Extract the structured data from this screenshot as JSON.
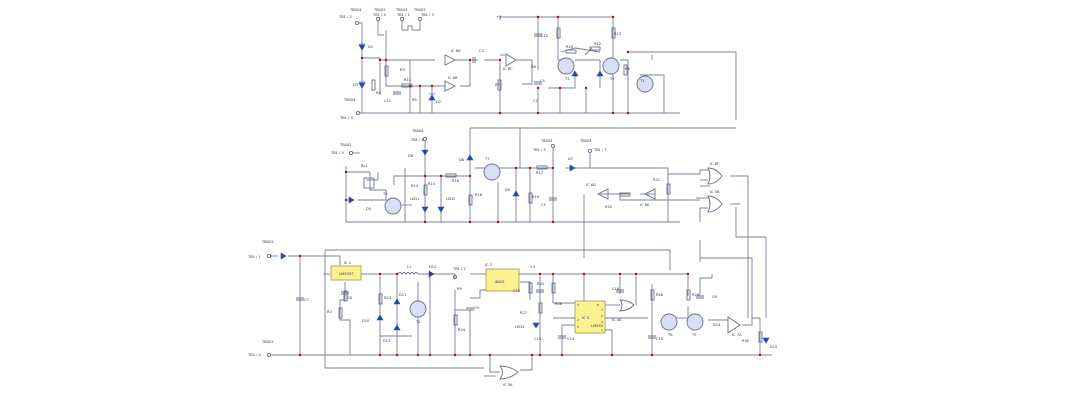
{
  "colors": {
    "wire": "#7a7f9a",
    "diode": "#2746b8",
    "node": "#a80f0f",
    "ic_fill": "#fbf28f",
    "transistor_fill": "#d8def4",
    "label": "#2a2f55"
  },
  "labels": {
    "tb_top_1": "TB004",
    "tb_top_2": "TB002",
    "tb_top_3": "TB004",
    "tb_top_4": "TB002",
    "tb_top_5": "TB004",
    "con_top_1": "TB1 / 2",
    "con_top_2": "TB1 / 4",
    "con_top_3": "TB1 / 1",
    "con_top_4": "TB1 / 3",
    "con_top_5": "TB1 / 3",
    "d1": "D1",
    "d2": "D2",
    "d3": "D3",
    "r1": "R1",
    "r3": "R3",
    "r4": "R4",
    "r5": "R5",
    "r6": "R6",
    "r7": "R7",
    "r8": "R8",
    "r10": "R10",
    "r11": "R11",
    "r12": "R12",
    "r13": "R13",
    "c1": "C1",
    "c2": "C2",
    "c3": "C3",
    "c4": "C4",
    "c11": "C11",
    "c12": "C12",
    "t1": "T1",
    "t2": "T2",
    "t3": "T3",
    "t5": "T5",
    "ic6a": "IC 6A",
    "ic6b": "IC 6B",
    "ic6c": "IC 6C",
    "tb_mid_1": "TB004",
    "tb_mid_2": "TB002",
    "tb_mid_3": "TB004",
    "tb_mid_4": "TB004",
    "con_mid_1": "TB1 / 5",
    "con_mid_2": "TB1 / 6",
    "con_mid_3": "TB1 / 5",
    "con_mid_4": "TB1 / 7",
    "rl1": "RL1",
    "d5": "D5",
    "d6": "D6",
    "d7": "D7",
    "d8": "D8",
    "d9": "D9",
    "r14": "R14",
    "r15": "R15",
    "r16": "R16",
    "r17": "R17",
    "r18": "R18",
    "r19": "R19",
    "r20": "R20",
    "r21": "R21",
    "r22": "R22",
    "led1": "LED1",
    "led2": "LED2",
    "t6": "T6",
    "t7": "T7",
    "ic6d": "IC 6D",
    "ic6e": "IC 6E",
    "ic6f": "IC 6F",
    "c5": "C5",
    "c6": "C6",
    "tb_bot_1": "TB002",
    "tb_bot_2": "TB002",
    "con_bot_1": "TB1 / 1",
    "con_bot_2": "TB1 / 4",
    "con_bot_3": "TB1 / 2",
    "d10": "D10",
    "d11": "D11",
    "d12": "D12",
    "d13": "D13",
    "d14": "D14",
    "d15": "D15",
    "ic1": "IC 1",
    "ic1_part": "LM2937",
    "l1": "L1",
    "ic2": "IC 2",
    "ic2_part": "4N25",
    "ic3": "IC 3",
    "ic3_part": "LM555",
    "c7": "C7",
    "c8": "C8",
    "c9": "C9",
    "c10": "C10",
    "c13": "C13",
    "c14": "C14",
    "c15": "C15",
    "c16": "C16",
    "r2": "R2",
    "r9": "R9",
    "r23": "R23",
    "r24": "R24",
    "r25": "R25",
    "r26": "R26",
    "r27": "R27",
    "r28": "R28",
    "r29": "R29",
    "r30": "R30",
    "r31": "R31",
    "led3": "LED3",
    "t4": "T4",
    "t8": "T8",
    "t9": "T9",
    "ic4a": "IC 4A",
    "ic5a": "IC 5A",
    "ic5b": "IC 5B",
    "ic7a": "IC 7A",
    "vplus": "+5",
    "pin_ic3_a": "4",
    "pin_ic3_b": "8",
    "pin_ic3_c": "7",
    "pin_ic3_d": "6",
    "pin_ic3_e": "2",
    "pin_ic3_f": "3",
    "pin_ic3_g": "5",
    "pin_ic3_h": "1"
  }
}
